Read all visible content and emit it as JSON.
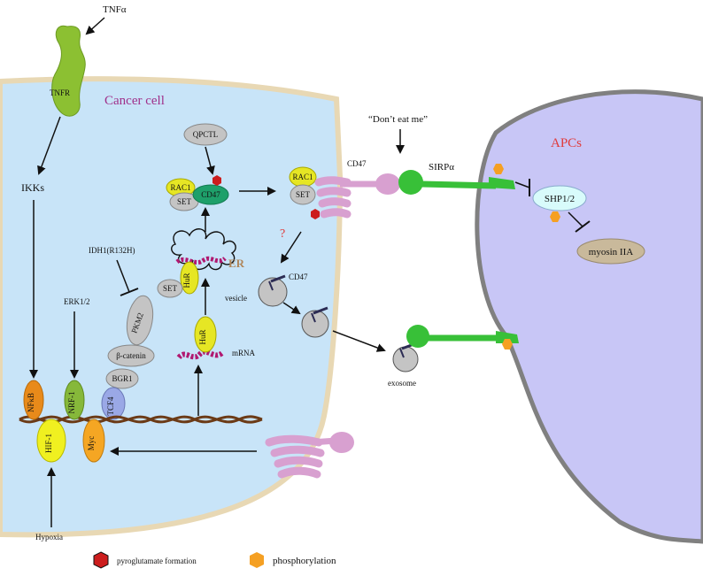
{
  "labels": {
    "tnfa": "TNFα",
    "tnfr": "TNFR",
    "cancer_cell": "Cancer cell",
    "ikks": "IKKs",
    "qpctl": "QPCTL",
    "rac1": "RAC1",
    "cd47": "CD47",
    "set": "SET",
    "er": "ER",
    "huR": "HuR",
    "mrna": "mRNA",
    "idh1": "IDH1(R132H)",
    "erk": "ERK1/2",
    "pkm2": "PKM2",
    "bcatenin": "β-catenin",
    "bgr1": "BGR1",
    "tcf4": "TCF4",
    "nfkb": "NFκB",
    "nrf1": "NRF-1",
    "hif1": "HIF-1",
    "myc": "Myc",
    "hypoxia": "Hypoxia",
    "dont_eat_me": "“Don’t eat me”",
    "sirpa": "SIRPα",
    "cd47_membrane": "CD47",
    "question": "?",
    "vesicle": "vesicle",
    "exosome": "exosome",
    "apcs": "APCs",
    "shp": "SHP1/2",
    "myosin": "myosin IIA"
  },
  "legend": {
    "pyroglutamate": "pyroglutamate formation",
    "phosphorylation": "phosphorylation"
  },
  "colors": {
    "cell_fill": "#c8e4f8",
    "cell_border": "#e8d8b4",
    "apc_fill": "#c8c6f6",
    "apc_border": "#808080",
    "tnfr": "#8cc032",
    "cd47": "#d8a0d0",
    "sirpa": "#38c038",
    "protein_gray": "#c4c4c4",
    "rac1": "#e6e624",
    "cd47_green": "#1ea06a",
    "pyroglutamate": "#cc1d1d",
    "phosphorylation": "#f5a023",
    "myosin": "#c9b99b",
    "shp": "#d8fbfb",
    "nfkb": "#e88a1a",
    "nrf1": "#86b83a",
    "hif1": "#f0f020",
    "myc": "#f5a623",
    "tcf4": "#9aa8e6"
  }
}
